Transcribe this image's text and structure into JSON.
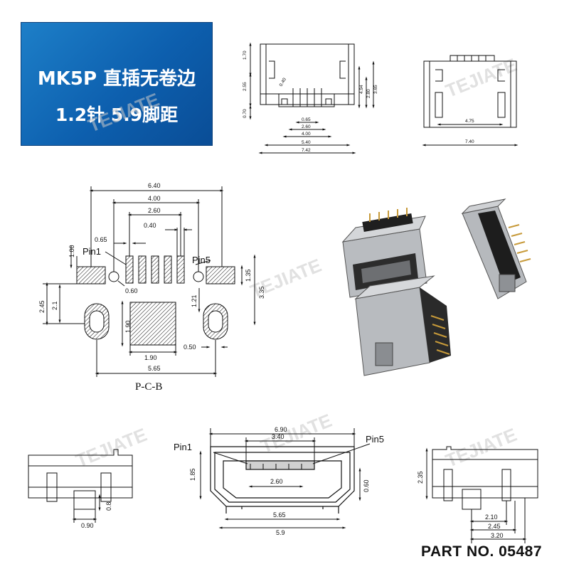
{
  "banner": {
    "line1": "MK5P 直插无卷边",
    "line2": "1.2针 5.9脚距",
    "background_color": "#1565b8"
  },
  "part_number": "PART NO. 05487",
  "watermark": {
    "text": "TEJIATE"
  },
  "top_front_view": {
    "dims": [
      "1.70",
      "2.55",
      "0.70",
      "0.40",
      "0.65",
      "2.60",
      "4.00",
      "5.40",
      "7.42",
      "4.94",
      "2.80",
      "3.65"
    ]
  },
  "top_side_view": {
    "dims": [
      "4.75",
      "7.40"
    ]
  },
  "pcb_layout": {
    "caption": "P-C-B",
    "pin1_label": "Pin1",
    "pin5_label": "Pin5",
    "dims": [
      "6.40",
      "4.00",
      "2.60",
      "0.40",
      "0.65",
      "1.00",
      "1.35",
      "2.45",
      "2.1",
      "0.60",
      "3.35",
      "1.90",
      "1.90",
      "1.21",
      "0.50",
      "5.65"
    ]
  },
  "bottom_left_view": {
    "dims": [
      "0.8",
      "0.90"
    ]
  },
  "bottom_center_view": {
    "pin1_label": "Pin1",
    "pin5_label": "Pin5",
    "dims": [
      "6.90",
      "3.40",
      "1.85",
      "2.60",
      "0.60",
      "5.65",
      "5.9"
    ]
  },
  "bottom_right_view": {
    "dims": [
      "2.35",
      "2.10",
      "2.45",
      "3.20"
    ]
  }
}
